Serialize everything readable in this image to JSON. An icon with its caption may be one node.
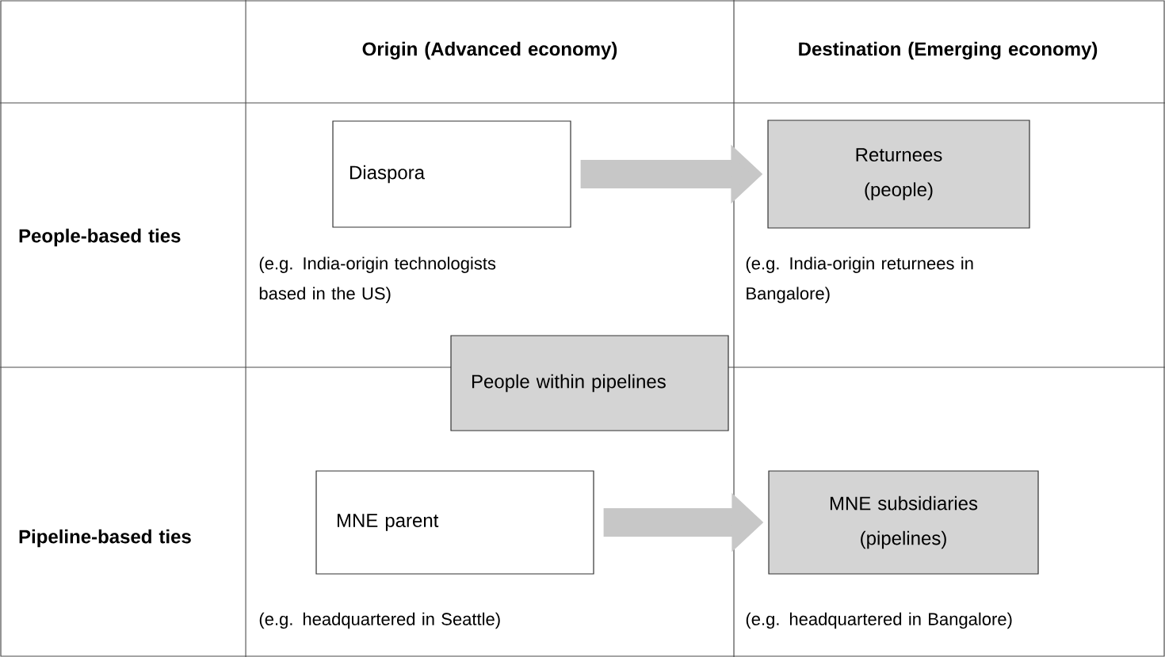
{
  "diagram": {
    "nodes": [
      {
        "text": [
          "Diaspora"
        ],
        "beside": [
          "(e.g. India-origin technologists based in the US)"
        ]
      },
      {
        "text": [
          "Returnees (people)"
        ],
        "beside": [
          "(e.g. India-origin returnees in Bangalore)"
        ]
      },
      {
        "text": [
          "People within pipelines"
        ]
      },
      {
        "text": [
          "MNE parent"
        ],
        "beside": [
          "(e.g. headquartered in Seattle)"
        ]
      },
      {
        "text": [
          "MNE subsidiaries (pipelines)"
        ],
        "beside": [
          "(e.g. headquartered in Bangalore)"
        ]
      }
    ],
    "edges": [
      {
        "from": 0,
        "to": 1,
        "arrow": "to"
      },
      {
        "from": 3,
        "to": 4,
        "arrow": "to"
      }
    ],
    "labels": [
      "Origin (Advanced economy)",
      "Destination (Emerging economy)",
      "People-based ties",
      "Pipeline-based ties"
    ]
  }
}
